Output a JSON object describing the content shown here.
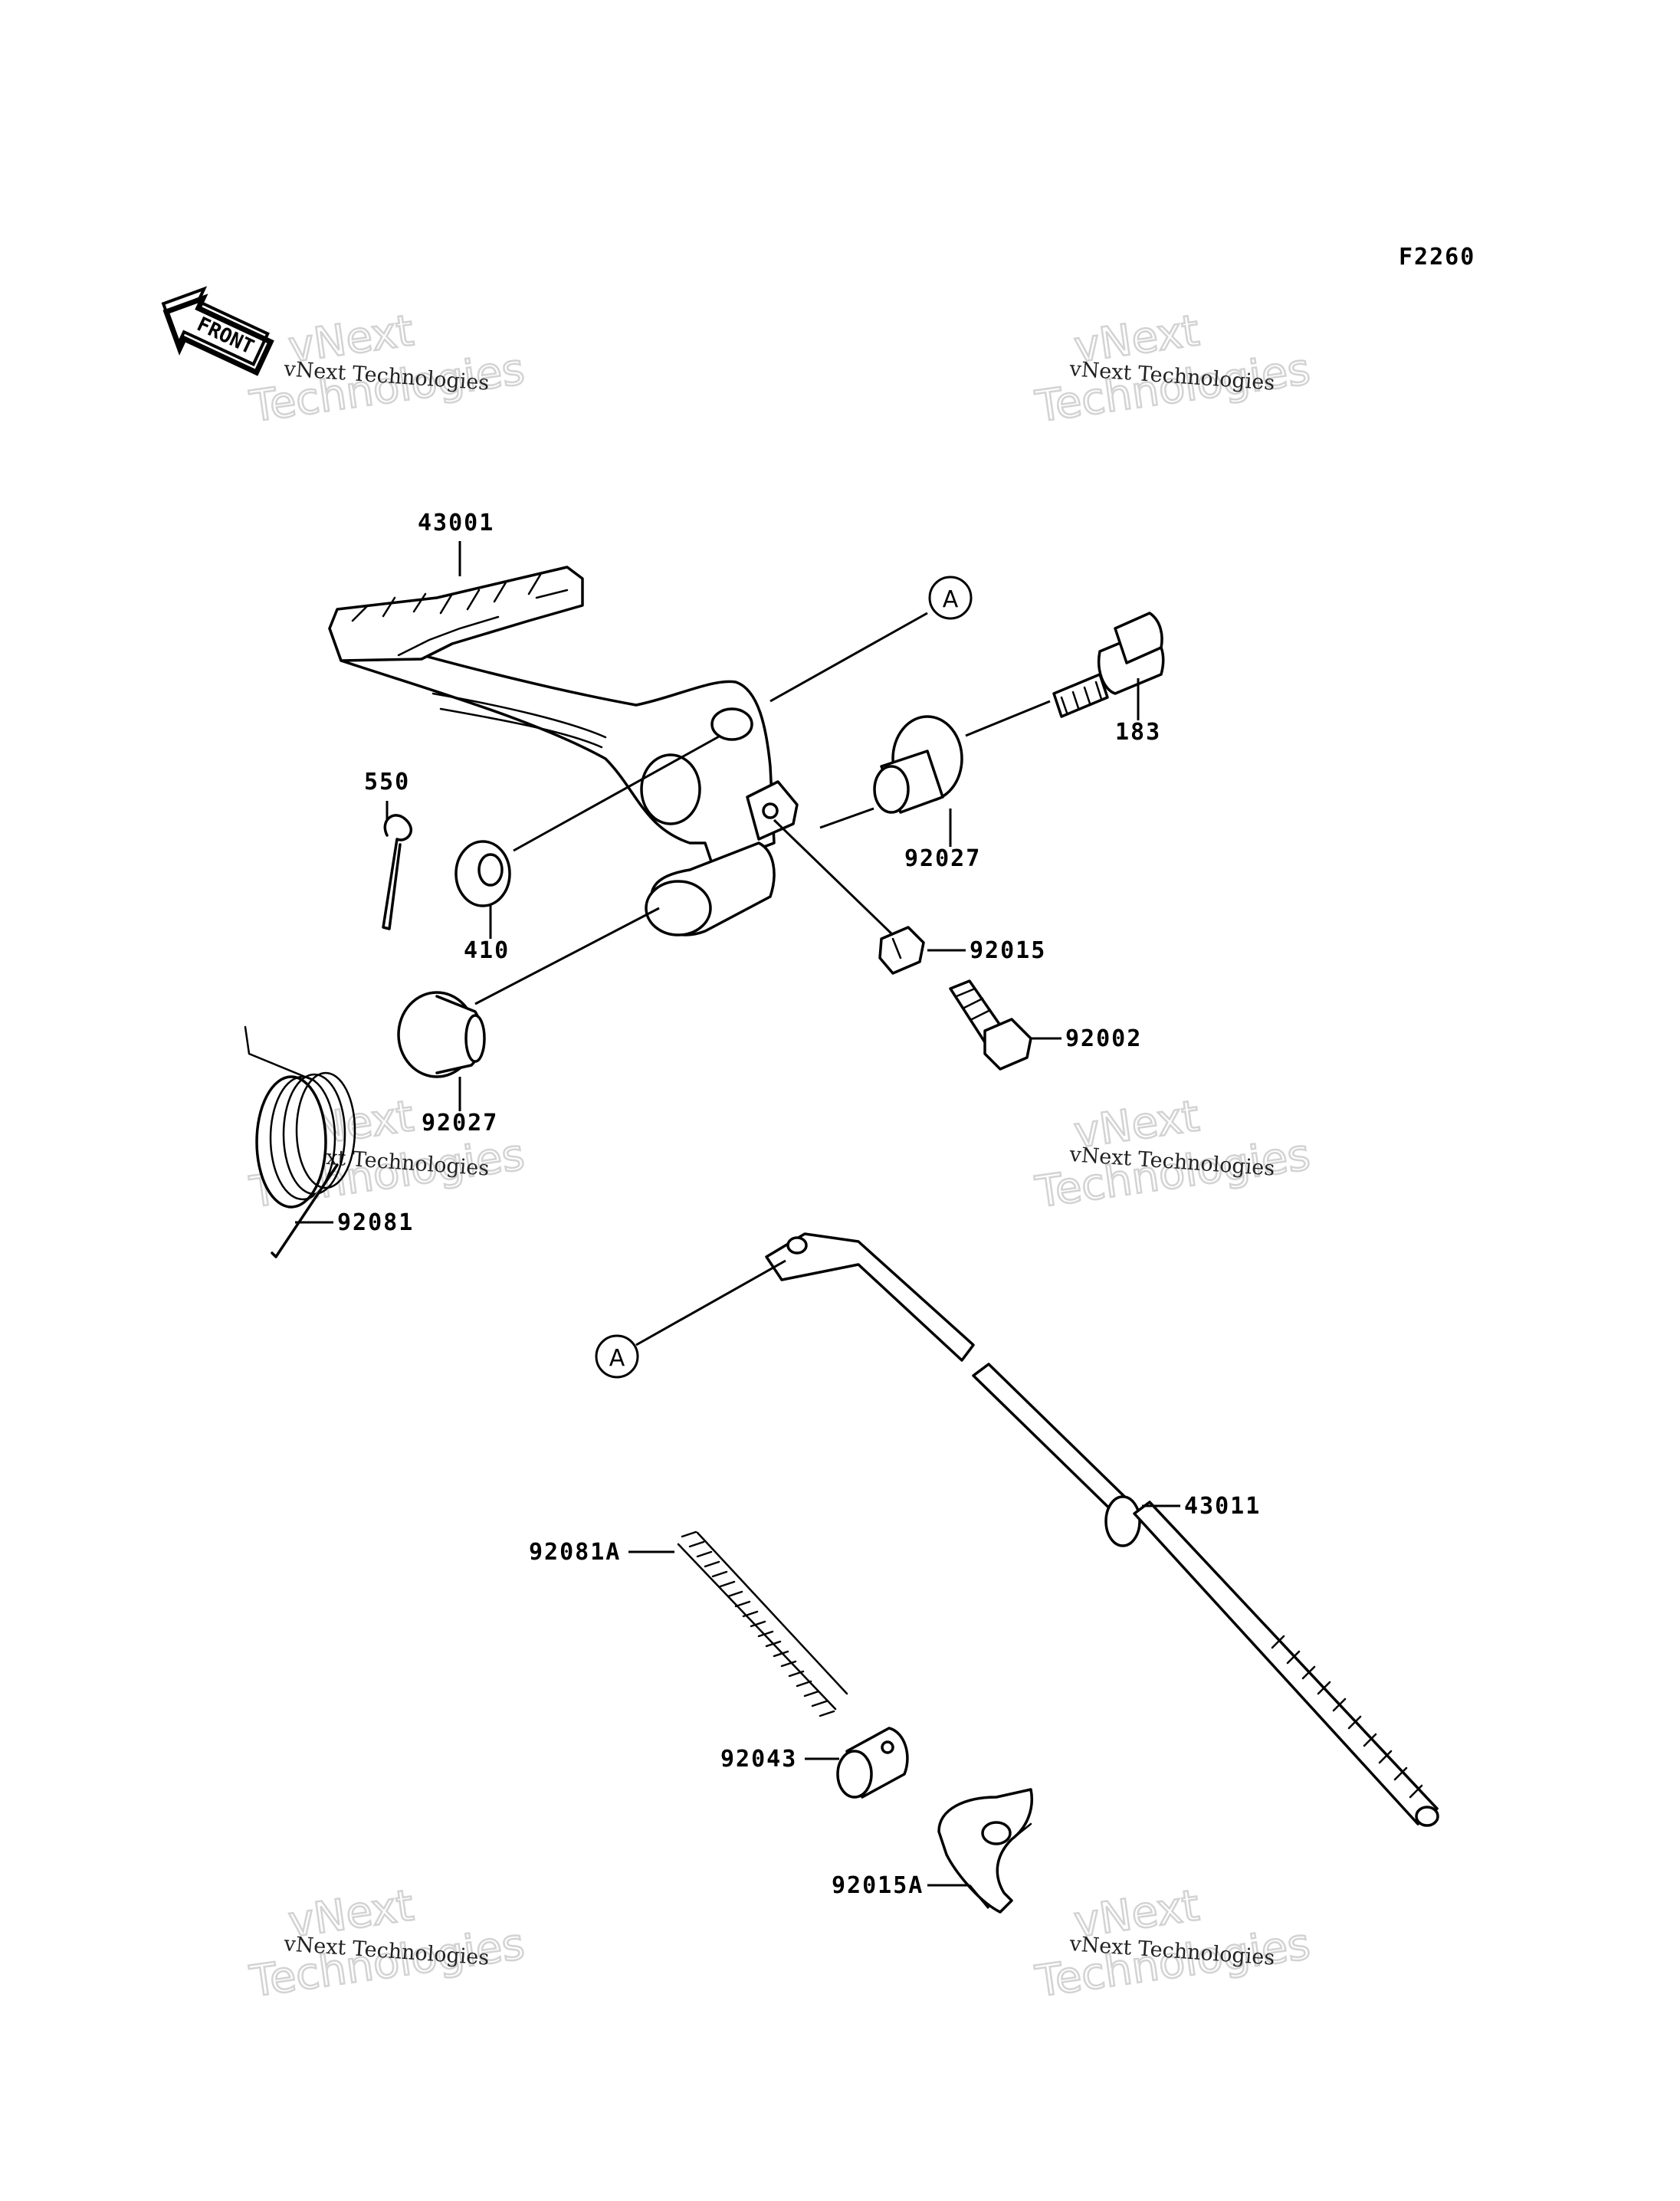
{
  "figure_code": "F2260",
  "front_label": "FRONT",
  "ref_marker": "A",
  "watermark_line1": "vNext",
  "watermark_line2": "Technologies",
  "watermark_small": "vNext Technologies",
  "parts": {
    "p43001": "43001",
    "p183": "183",
    "p550": "550",
    "p410": "410",
    "p92027_top": "92027",
    "p92015": "92015",
    "p92002": "92002",
    "p92027_bottom": "92027",
    "p92081": "92081",
    "p43011": "43011",
    "p92081A": "92081A",
    "p92043": "92043",
    "p92015A": "92015A"
  }
}
